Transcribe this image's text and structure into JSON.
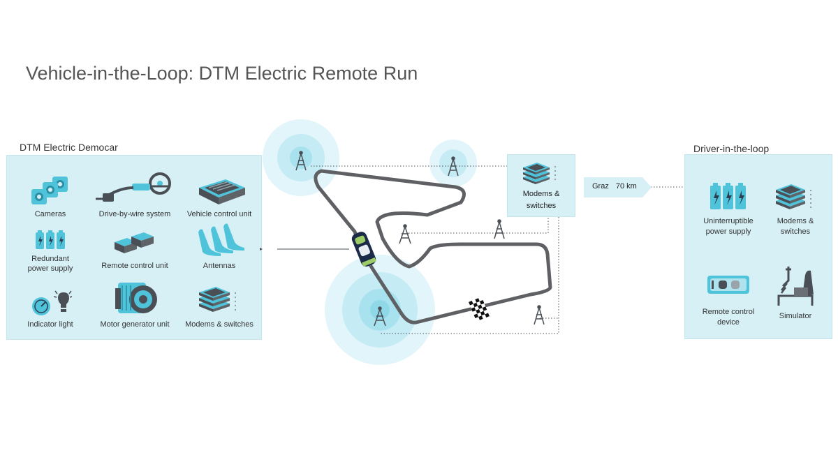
{
  "title": "Vehicle-in-the-Loop: DTM Electric Remote Run",
  "left_panel": {
    "title": "DTM Electric Democar",
    "items": [
      {
        "label": "Cameras",
        "icon": "camera-icon"
      },
      {
        "label": "Drive-by-wire system",
        "icon": "steering-wheel-icon"
      },
      {
        "label": "Vehicle control  unit",
        "icon": "control-unit-icon"
      },
      {
        "label": "Redundant power supply",
        "icon": "battery-icon"
      },
      {
        "label": "Remote control unit",
        "icon": "remote-unit-icon"
      },
      {
        "label": "Antennas",
        "icon": "antenna-icon"
      },
      {
        "label": "Indicator light",
        "icon": "indicator-light-icon"
      },
      {
        "label": "Motor generator unit",
        "icon": "motor-icon"
      },
      {
        "label": "Modems & switches",
        "icon": "modem-stack-icon"
      }
    ]
  },
  "right_panel": {
    "title": "Driver-in-the-loop",
    "items": [
      {
        "label": "Uninterruptible power supply",
        "icon": "battery-icon"
      },
      {
        "label": "Modems & switches",
        "icon": "modem-stack-icon"
      },
      {
        "label": "Remote control device",
        "icon": "remote-device-icon"
      },
      {
        "label": "Simulator",
        "icon": "simulator-seat-icon"
      }
    ]
  },
  "track_modem": {
    "label": "Modems & switches",
    "icon": "modem-stack-icon"
  },
  "link": {
    "city": "Graz",
    "distance": "70 km"
  },
  "colors": {
    "panel": "#d6f0f6",
    "icon": "#4fc3da",
    "icon_dark": "#4a4f55",
    "track": "#5e6063",
    "signal": "#b3e5f0"
  }
}
